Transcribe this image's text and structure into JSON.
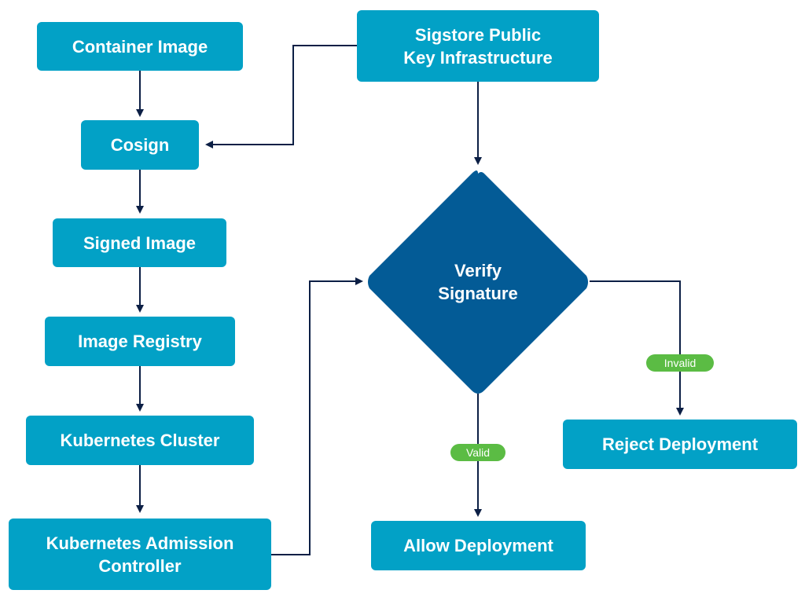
{
  "colors": {
    "node": "#02a1c6",
    "decision": "#035b96",
    "connector": "#0c1f45",
    "label": "#5bbc44"
  },
  "nodes": {
    "container_image": "Container Image",
    "cosign": "Cosign",
    "signed_image": "Signed Image",
    "image_registry": "Image Registry",
    "kubernetes_cluster": "Kubernetes Cluster",
    "admission_controller": "Kubernetes Admission\nController",
    "sigstore_pki": "Sigstore Public\nKey Infrastructure",
    "verify_signature": "Verify\nSignature",
    "allow_deployment": "Allow Deployment",
    "reject_deployment": "Reject Deployment"
  },
  "edge_labels": {
    "valid": "Valid",
    "invalid": "Invalid"
  },
  "edges": [
    {
      "from": "Container Image",
      "to": "Cosign"
    },
    {
      "from": "Sigstore Public Key Infrastructure",
      "to": "Cosign"
    },
    {
      "from": "Cosign",
      "to": "Signed Image"
    },
    {
      "from": "Signed Image",
      "to": "Image Registry"
    },
    {
      "from": "Image Registry",
      "to": "Kubernetes Cluster"
    },
    {
      "from": "Kubernetes Cluster",
      "to": "Kubernetes Admission Controller"
    },
    {
      "from": "Kubernetes Admission Controller",
      "to": "Verify Signature"
    },
    {
      "from": "Sigstore Public Key Infrastructure",
      "to": "Verify Signature"
    },
    {
      "from": "Verify Signature",
      "to": "Allow Deployment",
      "label": "Valid"
    },
    {
      "from": "Verify Signature",
      "to": "Reject Deployment",
      "label": "Invalid"
    }
  ]
}
